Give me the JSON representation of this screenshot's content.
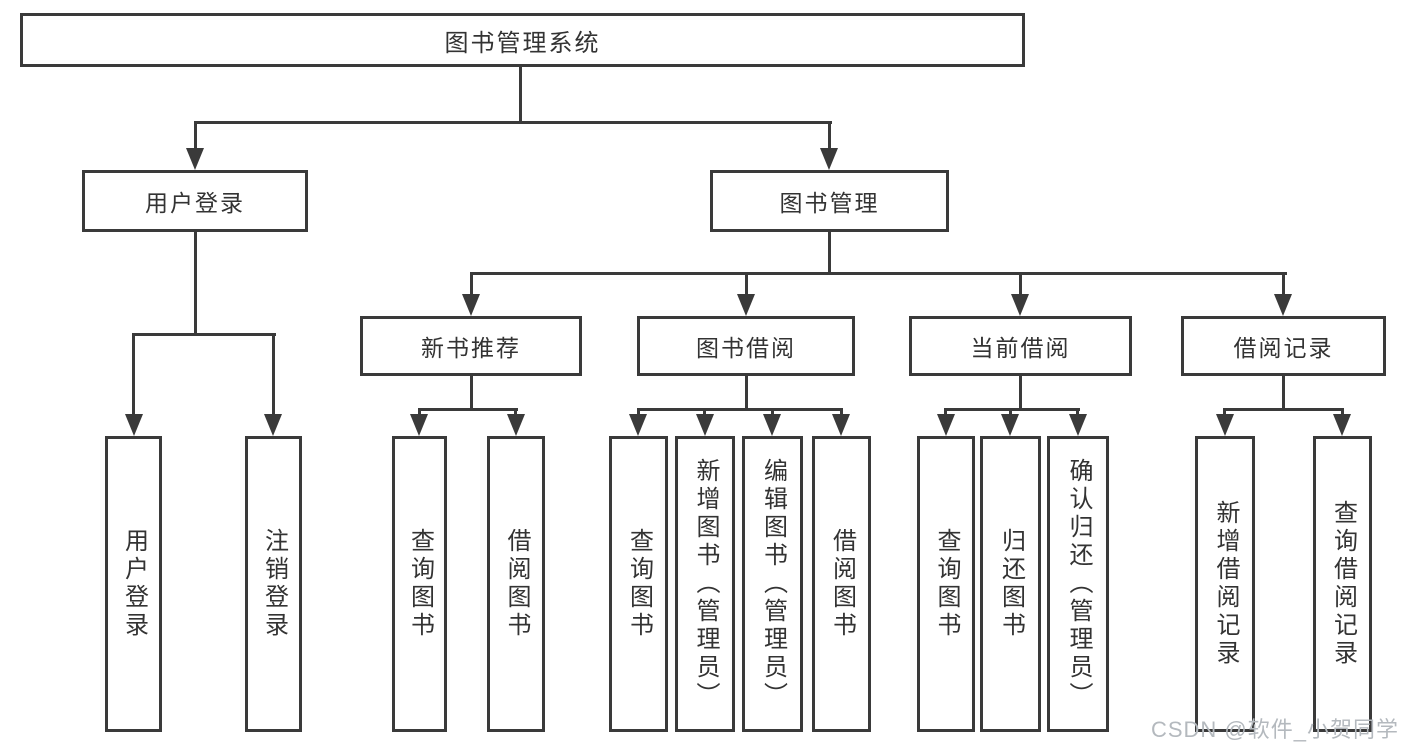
{
  "tree": {
    "root": "图书管理系统",
    "children": [
      {
        "label": "用户登录",
        "children": [
          "用户登录",
          "注销登录"
        ]
      },
      {
        "label": "图书管理",
        "children": [
          {
            "label": "新书推荐",
            "children": [
              "查询图书",
              "借阅图书"
            ]
          },
          {
            "label": "图书借阅",
            "children": [
              "查询图书",
              "新增图书（管理员）",
              "编辑图书（管理员）",
              "借阅图书"
            ]
          },
          {
            "label": "当前借阅",
            "children": [
              "查询图书",
              "归还图书",
              "确认归还（管理员）"
            ]
          },
          {
            "label": "借阅记录",
            "children": [
              "新增借阅记录",
              "查询借阅记录"
            ]
          }
        ]
      }
    ]
  },
  "watermark": {
    "text": "CSDN @软件_小贺同学"
  },
  "colors": {
    "line": "#3a3a3a",
    "text": "#333333",
    "box-bg": "#ffffff",
    "watermark": "#b4b9be"
  }
}
